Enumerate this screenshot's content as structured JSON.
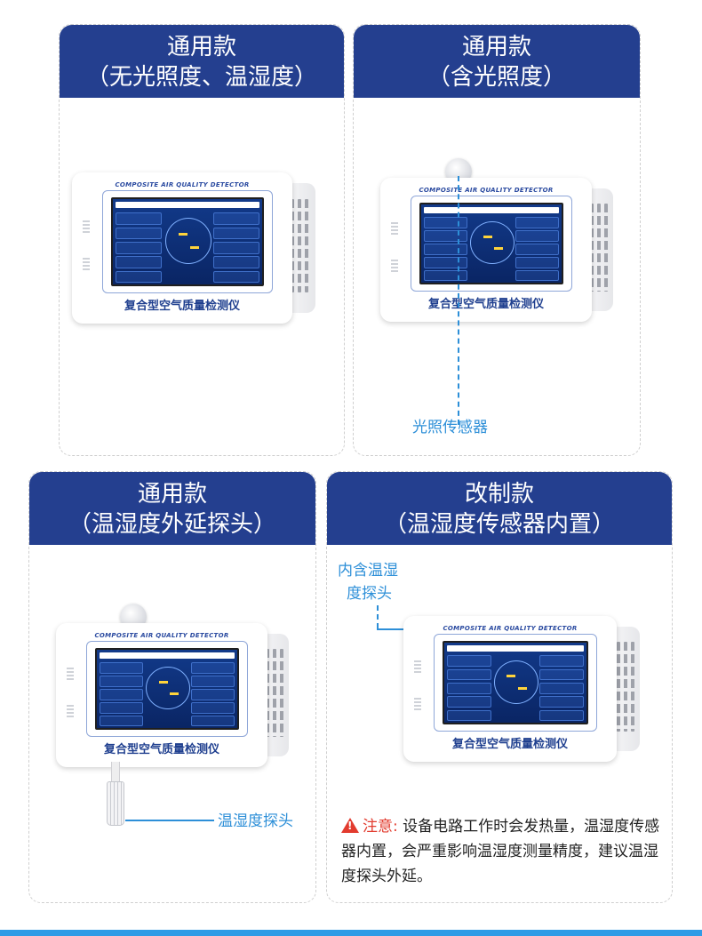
{
  "cards": [
    {
      "title": "通用款",
      "subtitle": "（无光照度、温湿度）"
    },
    {
      "title": "通用款",
      "subtitle": "（含光照度）"
    },
    {
      "title": "通用款",
      "subtitle": "（温湿度外延探头）"
    },
    {
      "title": "改制款",
      "subtitle": "（温湿度传感器内置）"
    }
  ],
  "device": {
    "brand_en": "COMPOSITE AIR QUALITY DETECTOR",
    "name_cn": "复合型空气质量检测仪"
  },
  "callouts": {
    "light_sensor": "光照传感器",
    "probe": "温湿度探头",
    "internal_line1": "内含温湿",
    "internal_line2": "度探头"
  },
  "notice": {
    "label": "注意:",
    "text": "设备电路工作时会发热量，温湿度传感器内置，会严重影响温湿度测量精度，建议温湿度探头外延。"
  },
  "colors": {
    "header_blue": "#243f8f",
    "callout_blue": "#2d8fd8",
    "warning_red": "#e23b2e",
    "bottom_bar": "#2f9be6"
  },
  "icons": [
    "warning-icon",
    "light-sensor-icon",
    "probe-icon"
  ]
}
